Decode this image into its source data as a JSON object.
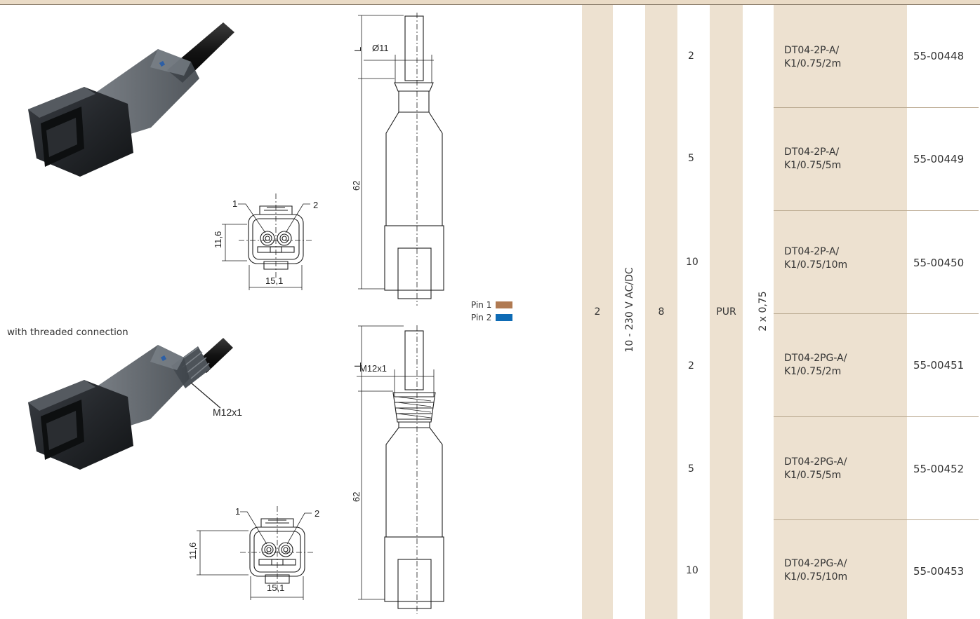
{
  "drawing": {
    "diameter_label": "Ø11",
    "L_label": "L",
    "length_label": "62",
    "thread_dim_label": "M12x1",
    "height_label": "11,6",
    "width_label": "15,1",
    "pin1_label": "1",
    "pin2_label": "2",
    "thread_callout": "M12x1",
    "threaded_caption": "with threaded connection"
  },
  "legend": {
    "pin1": "Pin 1",
    "pin2": "Pin 2",
    "pin1_color": "#b07a52",
    "pin2_color": "#0e6bb5"
  },
  "table": {
    "pins": "2",
    "voltage": "10 - 230 V AC/DC",
    "col_8": "8",
    "material": "PUR",
    "cross_section": "2 x 0,75",
    "rows": [
      {
        "length": "2",
        "desc1": "DT04-2P-A/",
        "desc2": "K1/0.75/2m",
        "art": "55-00448"
      },
      {
        "length": "5",
        "desc1": "DT04-2P-A/",
        "desc2": "K1/0.75/5m",
        "art": "55-00449"
      },
      {
        "length": "10",
        "desc1": "DT04-2P-A/",
        "desc2": "K1/0.75/10m",
        "art": "55-00450"
      },
      {
        "length": "2",
        "desc1": "DT04-2PG-A/",
        "desc2": "K1/0.75/2m",
        "art": "55-00451"
      },
      {
        "length": "5",
        "desc1": "DT04-2PG-A/",
        "desc2": "K1/0.75/5m",
        "art": "55-00452"
      },
      {
        "length": "10",
        "desc1": "DT04-2PG-A/",
        "desc2": "K1/0.75/10m",
        "art": "55-00453"
      }
    ],
    "band_color": "#ede1d0"
  }
}
